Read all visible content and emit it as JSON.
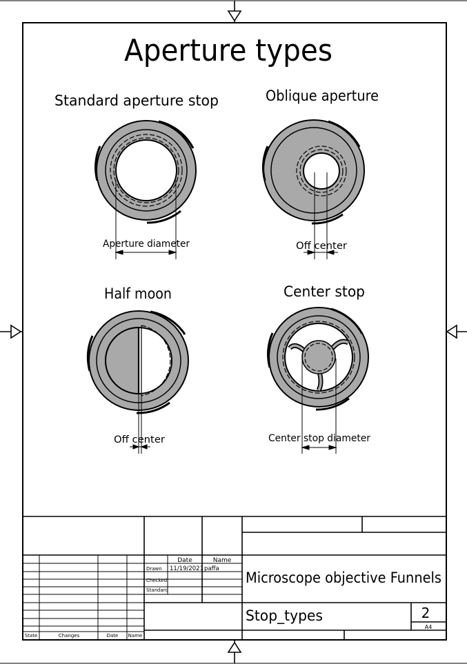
{
  "title": "Aperture types",
  "sections": {
    "standard": {
      "title": "Standard aperture stop",
      "dimension_label": "Aperture diameter"
    },
    "oblique": {
      "title": "Oblique aperture",
      "dimension_label": "Off center"
    },
    "half_moon": {
      "title": "Half moon",
      "dimension_label": "Off center"
    },
    "center_stop": {
      "title": "Center stop",
      "dimension_label": "Center stop diameter"
    }
  },
  "title_block": {
    "header_date": "Date",
    "header_name": "Name",
    "row_drawn": "Drawn",
    "row_checked": "Checked",
    "row_standard": "Standard",
    "drawn_date": "11/19/2021",
    "drawn_name": "paffa",
    "revision_state": "State",
    "revision_changes": "Changes",
    "revision_date": "Date",
    "revision_name": "Name",
    "project_title": "Microscope objective Funnels",
    "drawing_name": "Stop_types",
    "sheet_number": "2",
    "sheet_format": "A4"
  },
  "colors": {
    "fill": "#a9a9a9",
    "line": "#000000",
    "background": "#ffffff"
  }
}
